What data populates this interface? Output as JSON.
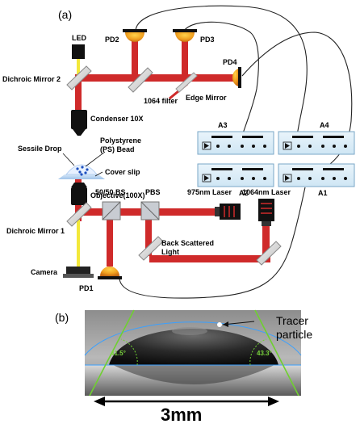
{
  "panel_a": {
    "label": "(a)",
    "components": {
      "led": "LED",
      "pd2": "PD2",
      "pd3": "PD3",
      "pd4": "PD4",
      "dichroic_mirror_2": "Dichroic Mirror 2",
      "filter_1064": "1064 filter",
      "edge_mirror": "Edge Mirror",
      "condenser": "Condenser 10X",
      "sessile_drop": "Sessile Drop",
      "bead_line1": "Polystyrene",
      "bead_line2": "(PS) Bead",
      "cover_slip": "Cover slip",
      "objective": "Objective(100X)",
      "bs": "50/50 BS",
      "pbs": "PBS",
      "laser_975": "975nm Laser",
      "laser_1064": "1064nm Laser",
      "dichroic_mirror_1": "Dichroic Mirror 1",
      "backscatter_line1": "Back Scattered",
      "backscatter_line2": "Light",
      "camera": "Camera",
      "pd1": "PD1"
    },
    "amplifiers": {
      "a3": "A3",
      "a4": "A4",
      "a2": "A2",
      "a1": "A1"
    }
  },
  "panel_b": {
    "label": "(b)",
    "annotation_line1": "Tracer",
    "annotation_line2": "particle",
    "angle_left": "41.5°",
    "angle_right": "43.3°",
    "scale": "3mm"
  }
}
